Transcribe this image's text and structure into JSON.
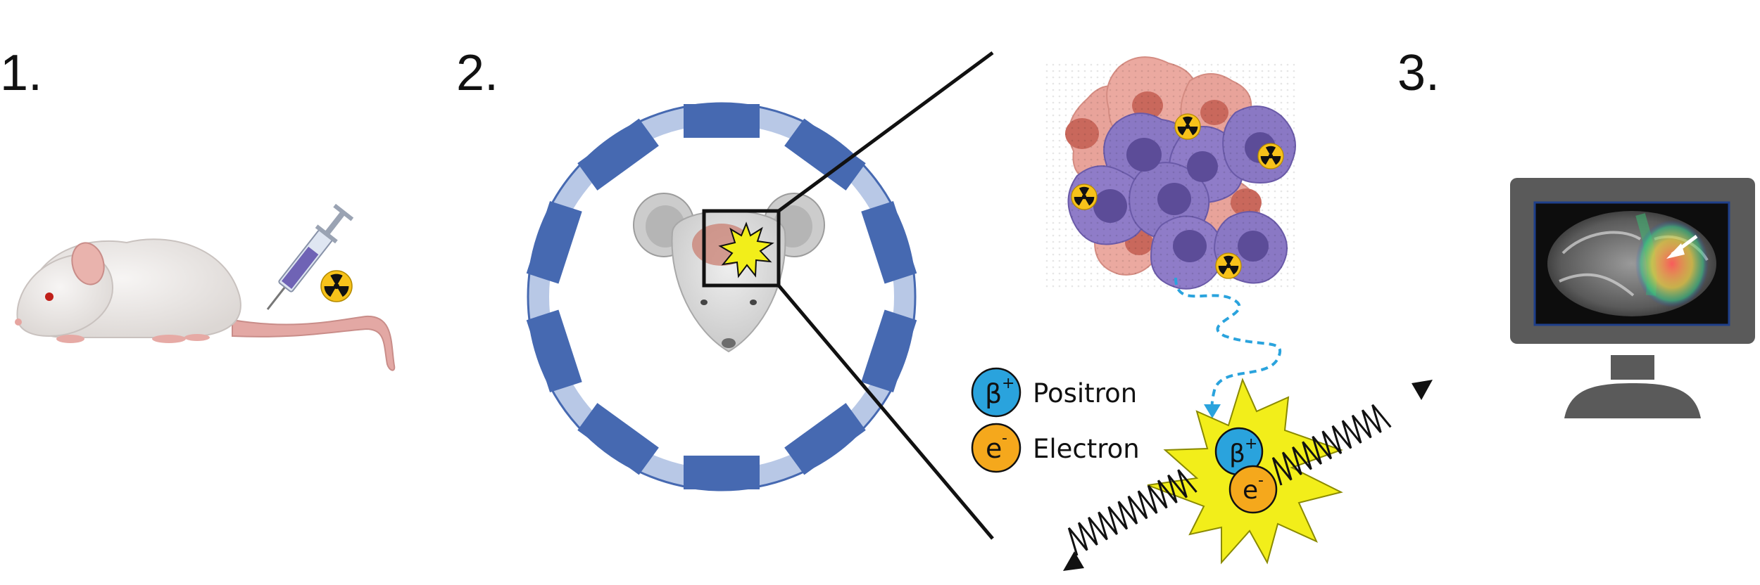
{
  "steps": {
    "step1": "1.",
    "step2": "2.",
    "step3": "3."
  },
  "legend": {
    "positron": {
      "symbol": "β",
      "charge": "+",
      "label": "Positron"
    },
    "electron": {
      "symbol": "e",
      "charge": "-",
      "label": "Electron"
    }
  },
  "colors": {
    "positron": "#2aa3dd",
    "electron": "#f5a81c",
    "detector_ring_outer": "#b8c8e6",
    "detector_block": "#4669b1",
    "cell_healthy": "#e8a39a",
    "cell_tumor": "#8a78c4",
    "burst": "#f2ee1a"
  },
  "icons": {
    "mouse": "mouse-icon",
    "syringe": "syringe-icon",
    "radiation": "radiation-icon",
    "scanner": "pet-scanner-ring",
    "monitor": "monitor-icon"
  }
}
